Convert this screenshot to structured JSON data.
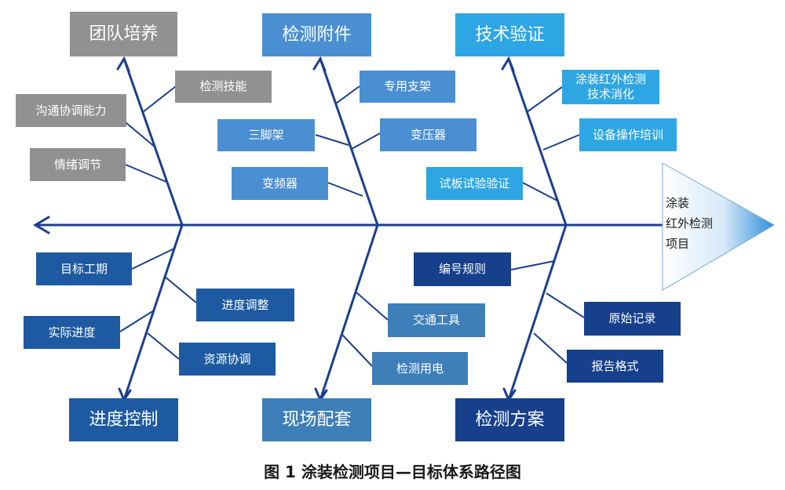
{
  "diagram": {
    "head": "涂装红外检测项目",
    "head_lines": [
      "涂装",
      "红外检测",
      "项目"
    ],
    "categories": {
      "team": "团队培养",
      "accessories": "检测附件",
      "tech": "技术验证",
      "schedule": "进度控制",
      "site": "现场配套",
      "plan": "检测方案"
    },
    "items": {
      "team": [
        "检测技能",
        "沟通协调能力",
        "情绪调节"
      ],
      "accessories": [
        "专用支架",
        "三脚架",
        "变压器",
        "变频器"
      ],
      "tech": [
        "涂装红外检测技术消化",
        "设备操作培训",
        "试板试验验证"
      ],
      "schedule": [
        "目标工期",
        "进度调整",
        "实际进度",
        "资源协调"
      ],
      "site": [
        "交通工具",
        "检测用电"
      ],
      "plan": [
        "编号规则",
        "原始记录",
        "报告格式"
      ]
    },
    "tech_item0_lines": [
      "涂装红外检测",
      "技术消化"
    ],
    "colors": {
      "spine": "#1b3f8f",
      "team": "#8f9193",
      "accessories": "#4a8fd2",
      "tech": "#2ea6e3",
      "schedule": "#1d5aa1",
      "site": "#3e7eb9",
      "plan": "#163f8c"
    }
  },
  "caption": "图 1  涂装检测项目—目标体系路径图"
}
